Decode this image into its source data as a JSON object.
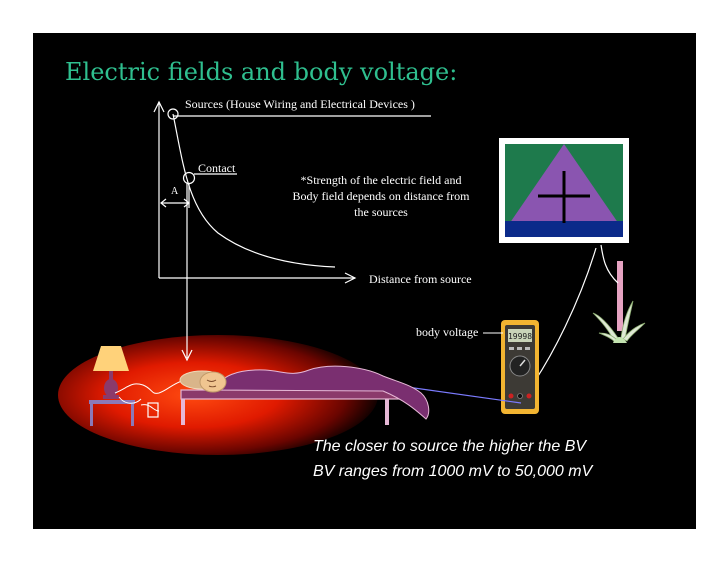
{
  "title": "Electric fields and body voltage:",
  "graph": {
    "sources_label": "Sources (House Wiring and Electrical Devices )",
    "contact_label": "Contact",
    "distance_marker": "A",
    "x_axis_label": "Distance from source"
  },
  "note_text": "*Strength of the electric field and Body field depends on distance from the sources",
  "meter": {
    "label": "body voltage",
    "display": "19998"
  },
  "captions": [
    "The closer to source the higher the BV",
    "BV ranges from 1000 mV to 50,000 mV"
  ],
  "colors": {
    "background": "#000000",
    "title": "#2fbf8f",
    "bed": "#8b3a6b",
    "blanket": "#7a2f70",
    "glow": "#ff2a00",
    "window_green": "#1e7a4c",
    "window_purple": "#8a55b0",
    "window_blue": "#0b2a8a",
    "meter_yellow": "#f2b431"
  }
}
